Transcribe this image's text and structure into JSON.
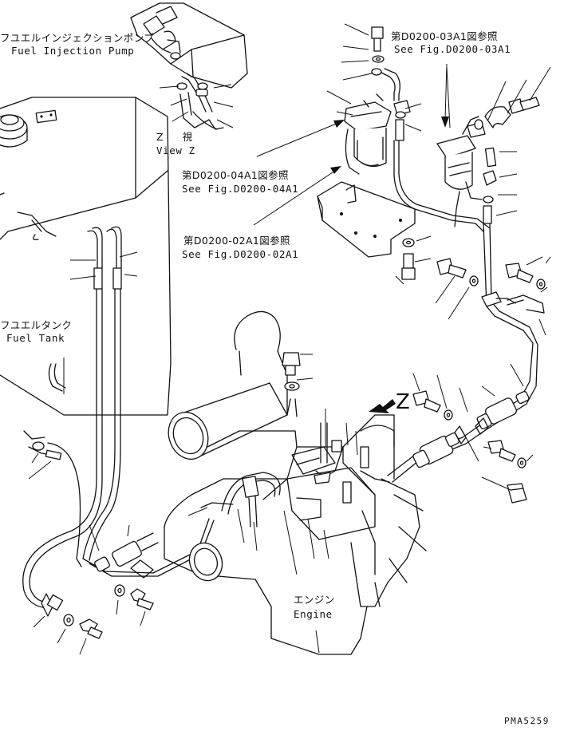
{
  "labels": {
    "fuel_injection_pump_jp": "フユエルインジェクションポンプ",
    "fuel_injection_pump_en": "Fuel Injection Pump",
    "view_z_jp": "Z 視",
    "view_z_en": "View Z",
    "fuel_tank_jp": "フユエルタンク",
    "fuel_tank_en": "Fuel Tank",
    "engine_jp": "エンジン",
    "engine_en": "Engine",
    "z_arrow": "Z",
    "drawing_number": "PMA5259"
  },
  "references": [
    {
      "jp": "第D0200-03A1図参照",
      "en": "See Fig.D0200-03A1"
    },
    {
      "jp": "第D0200-04A1図参照",
      "en": "See Fig.D0200-04A1"
    },
    {
      "jp": "第D0200-02A1図参照",
      "en": "See Fig.D0200-02A1"
    }
  ],
  "colors": {
    "ink": "#111111",
    "paper": "#ffffff"
  }
}
